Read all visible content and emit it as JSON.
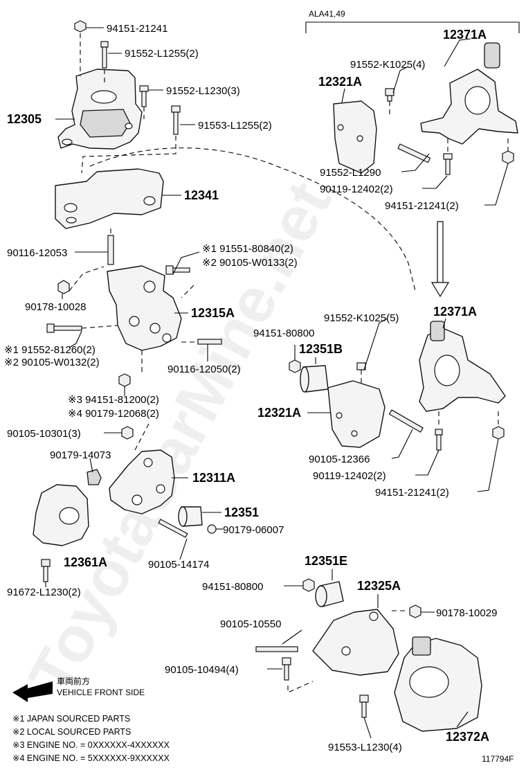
{
  "variant_label": "ALA41,49",
  "watermark": "ToyotaCarMine.net",
  "diagram_code": "117794F",
  "direction": {
    "jp": "車両前方",
    "en": "VEHICLE FRONT SIDE"
  },
  "notes": [
    "※1 JAPAN SOURCED PARTS",
    "※2 LOCAL SOURCED PARTS",
    "※3 ENGINE NO. = 0XXXXXX-4XXXXXX",
    "※4 ENGINE NO. = 5XXXXXX-9XXXXXX"
  ],
  "labels": {
    "l01": "94151-21241",
    "l02": "91552-L1255(2)",
    "l03": "91552-L1230(3)",
    "l04": "12305",
    "l05": "91553-L1255(2)",
    "l06": "12341",
    "l07": "90116-12053",
    "l08": "※1 91551-80840(2)",
    "l09": "※2 90105-W0133(2)",
    "l10": "90178-10028",
    "l11": "12315A",
    "l12": "※1 91552-81260(2)",
    "l13": "※2 90105-W0132(2)",
    "l14": "90116-12050(2)",
    "l15": "※3 94151-81200(2)",
    "l16": "※4 90179-12068(2)",
    "l17": "90105-10301(3)",
    "l18": "90179-14073",
    "l19": "12311A",
    "l20": "12351",
    "l21": "90179-06007",
    "l22": "12361A",
    "l23": "90105-14174",
    "l24": "91672-L1230(2)",
    "r01": "12371A",
    "r02": "91552-K1025(4)",
    "r03": "12321A",
    "r04": "91552-L1290",
    "r05": "90119-12402(2)",
    "r06": "94151-21241(2)",
    "r07": "91552-K1025(5)",
    "r08": "12371A",
    "r09": "94151-80800",
    "r10": "12351B",
    "r11": "12321A",
    "r12": "90105-12366",
    "r13": "90119-12402(2)",
    "r14": "94151-21241(2)",
    "b01": "12351E",
    "b02": "94151-80800",
    "b03": "12325A",
    "b04": "90178-10029",
    "b05": "90105-10550",
    "b06": "90105-10494(4)",
    "b07": "91553-L1230(4)",
    "b08": "12372A"
  }
}
